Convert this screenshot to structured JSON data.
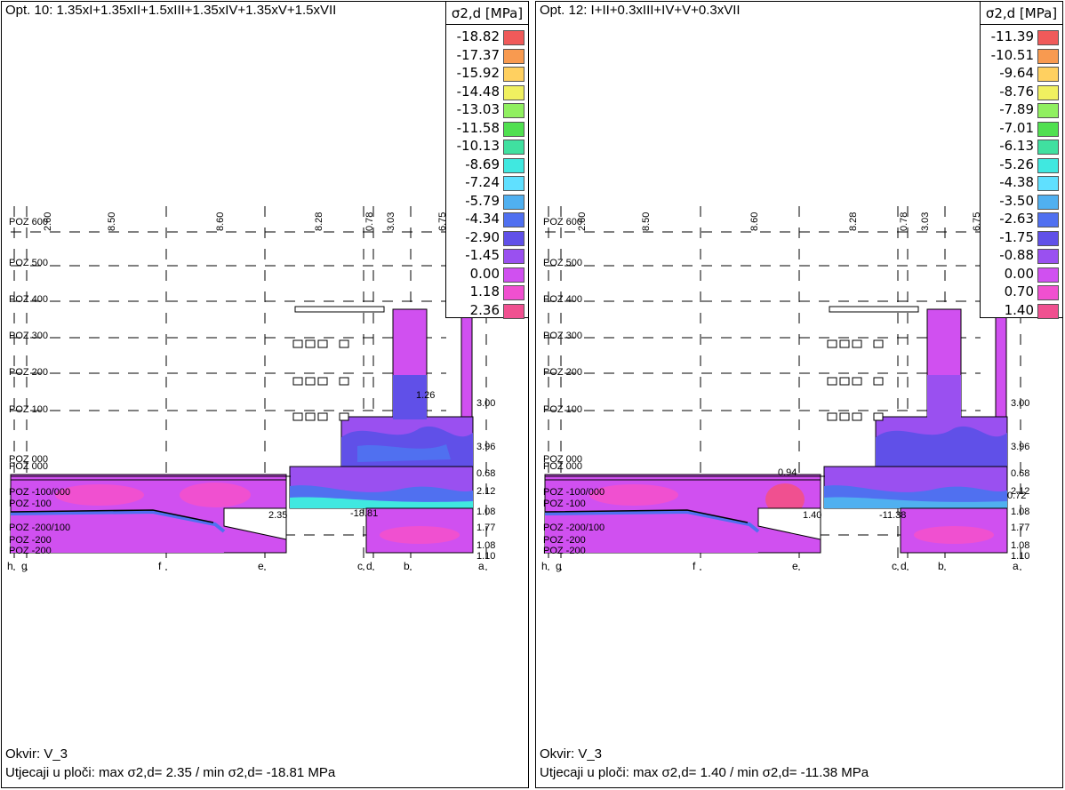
{
  "panels": [
    {
      "title": "Opt. 10: 1.35xI+1.35xII+1.5xIII+1.35xIV+1.35xV+1.5xVII",
      "legend_title": "σ2,d [MPa]",
      "legend": [
        {
          "value": "-18.82",
          "color": "#f05a5a"
        },
        {
          "value": "-17.37",
          "color": "#f89a50"
        },
        {
          "value": "-15.92",
          "color": "#ffd060"
        },
        {
          "value": "-14.48",
          "color": "#f0f060"
        },
        {
          "value": "-13.03",
          "color": "#90f060"
        },
        {
          "value": "-11.58",
          "color": "#50e050"
        },
        {
          "value": "-10.13",
          "color": "#40e0a0"
        },
        {
          "value": "-8.69",
          "color": "#40e8e0"
        },
        {
          "value": "-7.24",
          "color": "#60e0ff"
        },
        {
          "value": "-5.79",
          "color": "#50b0f0"
        },
        {
          "value": "-4.34",
          "color": "#5070f0"
        },
        {
          "value": "-2.90",
          "color": "#6050e8"
        },
        {
          "value": "-1.45",
          "color": "#9a50f0"
        },
        {
          "value": "0.00",
          "color": "#d050f0"
        },
        {
          "value": "1.18",
          "color": "#f050d0"
        },
        {
          "value": "2.36",
          "color": "#f05090"
        }
      ],
      "dim_labels": [
        "2.60",
        "8.50",
        "8.60",
        "8.28",
        "0.78",
        "3.03",
        "6.75"
      ],
      "markers": [
        "-18.81",
        "1.26",
        "2.35"
      ],
      "right_edge_values": [
        "3.00",
        "3.96",
        "0.68",
        "2.12",
        "1.08",
        "1.77",
        "1.08",
        "1.10"
      ],
      "footer_frame": "Okvir: V_3",
      "footer_stats": "Utjecaji u ploči: max σ2,d= 2.35 / min σ2,d= -18.81 MPa"
    },
    {
      "title": "Opt. 12: I+II+0.3xIII+IV+V+0.3xVII",
      "legend_title": "σ2,d [MPa]",
      "legend": [
        {
          "value": "-11.39",
          "color": "#f05a5a"
        },
        {
          "value": "-10.51",
          "color": "#f89a50"
        },
        {
          "value": "-9.64",
          "color": "#ffd060"
        },
        {
          "value": "-8.76",
          "color": "#f0f060"
        },
        {
          "value": "-7.89",
          "color": "#90f060"
        },
        {
          "value": "-7.01",
          "color": "#50e050"
        },
        {
          "value": "-6.13",
          "color": "#40e0a0"
        },
        {
          "value": "-5.26",
          "color": "#40e8e0"
        },
        {
          "value": "-4.38",
          "color": "#60e0ff"
        },
        {
          "value": "-3.50",
          "color": "#50b0f0"
        },
        {
          "value": "-2.63",
          "color": "#5070f0"
        },
        {
          "value": "-1.75",
          "color": "#6050e8"
        },
        {
          "value": "-0.88",
          "color": "#9a50f0"
        },
        {
          "value": "0.00",
          "color": "#d050f0"
        },
        {
          "value": "0.70",
          "color": "#f050d0"
        },
        {
          "value": "1.40",
          "color": "#f05090"
        }
      ],
      "dim_labels": [
        "2.60",
        "8.50",
        "8.60",
        "8.28",
        "0.78",
        "3.03",
        "6.75"
      ],
      "markers": [
        "-11.38",
        "0.94",
        "0.72",
        "1.40"
      ],
      "right_edge_values": [
        "3.00",
        "3.96",
        "0.68",
        "2.12",
        "1.08",
        "1.77",
        "1.08",
        "1.10"
      ],
      "footer_frame": "Okvir: V_3",
      "footer_stats": "Utjecaji u ploči: max σ2,d= 1.40 / min σ2,d= -11.38 MPa"
    }
  ],
  "levels": [
    "POZ 600",
    "POZ 500",
    "POZ 400",
    "POZ 300",
    "POZ 200",
    "POZ 100",
    "POZ 000",
    "POZ 000",
    "POZ -100/000",
    "POZ -100",
    "POZ -200/100",
    "POZ -200",
    "POZ -200"
  ],
  "axes": [
    "h",
    "g",
    "f",
    "e",
    "c",
    "d",
    "b",
    "a"
  ]
}
